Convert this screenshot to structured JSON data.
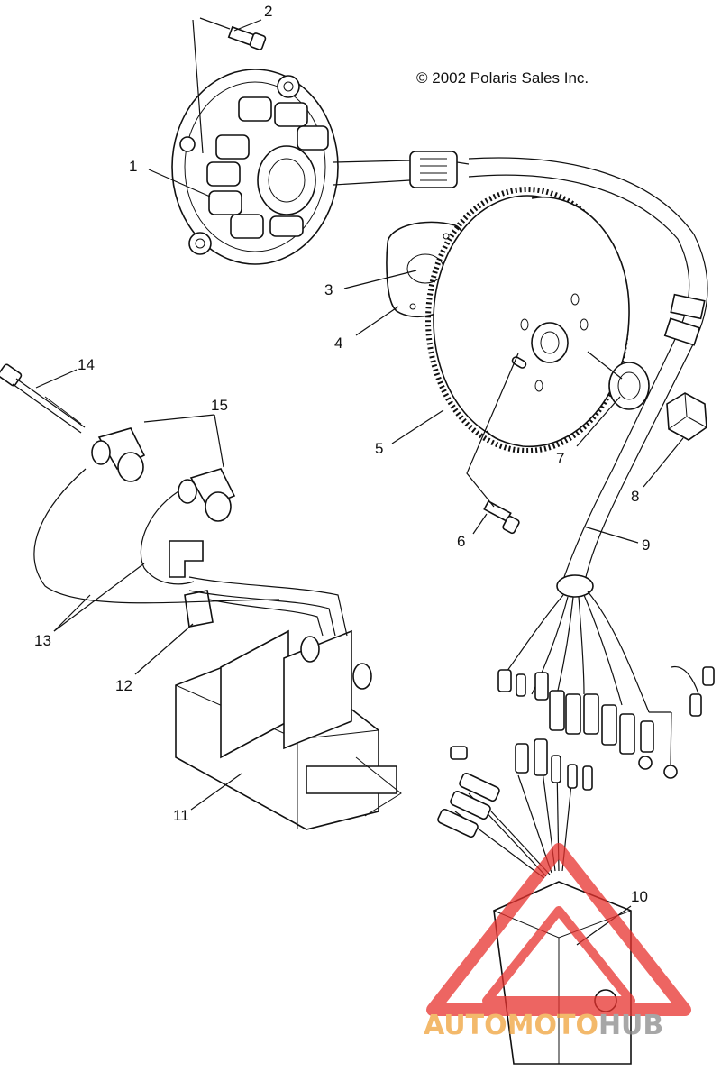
{
  "copyright": "© 2002 Polaris Sales Inc.",
  "callouts": [
    {
      "id": "1",
      "text": "1"
    },
    {
      "id": "2",
      "text": "2"
    },
    {
      "id": "3",
      "text": "3"
    },
    {
      "id": "4",
      "text": "4"
    },
    {
      "id": "5",
      "text": "5"
    },
    {
      "id": "6",
      "text": "6"
    },
    {
      "id": "7",
      "text": "7"
    },
    {
      "id": "8",
      "text": "8"
    },
    {
      "id": "9",
      "text": "9"
    },
    {
      "id": "10",
      "text": "10"
    },
    {
      "id": "11",
      "text": "11"
    },
    {
      "id": "12",
      "text": "12"
    },
    {
      "id": "13",
      "text": "13"
    },
    {
      "id": "14",
      "text": "14"
    },
    {
      "id": "15",
      "text": "15"
    }
  ],
  "watermark": {
    "part1": "AUTO",
    "part2": "MOTO",
    "part3": "HUB",
    "color_orange": "#f0a23a",
    "color_grey": "#8a8a8a",
    "triangle_color": "#e8322e"
  }
}
